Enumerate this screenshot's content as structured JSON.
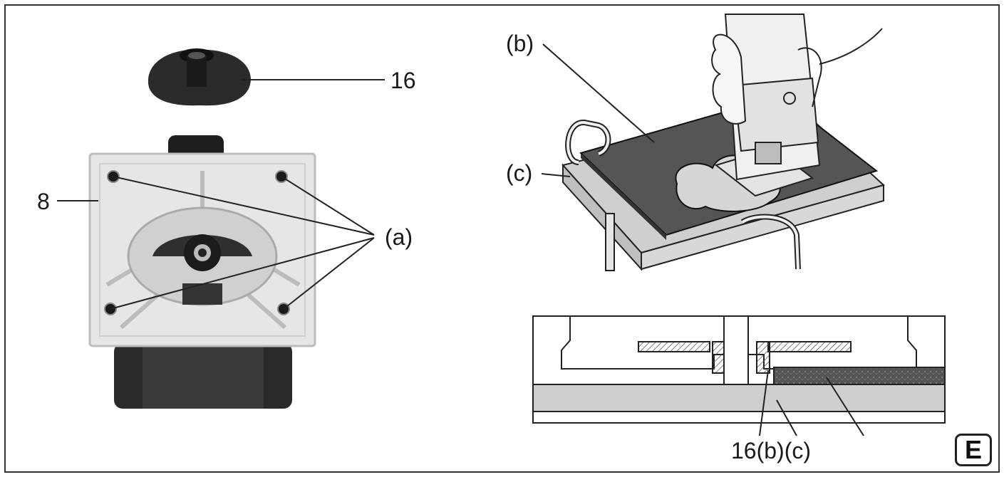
{
  "figure": {
    "badge": "E",
    "labels": {
      "part16": "16",
      "part8": "8",
      "a": "(a)",
      "b": "(b)",
      "c": "(c)",
      "section": "16(b)(c)"
    }
  }
}
